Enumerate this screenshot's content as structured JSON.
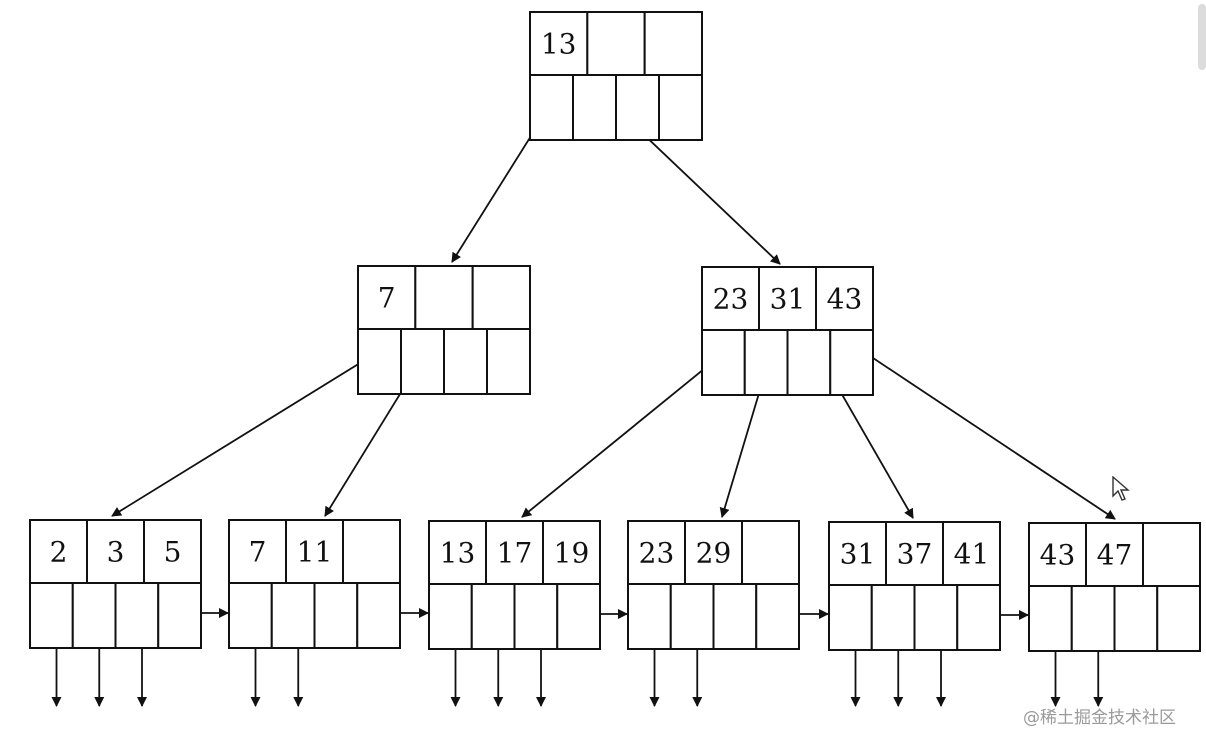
{
  "tree": {
    "root": {
      "keys": [
        "13",
        "",
        ""
      ]
    },
    "internal": [
      {
        "keys": [
          "7",
          "",
          ""
        ]
      },
      {
        "keys": [
          "23",
          "31",
          "43"
        ]
      }
    ],
    "leaves": [
      {
        "keys": [
          "2",
          "3",
          "5"
        ]
      },
      {
        "keys": [
          "7",
          "11",
          ""
        ]
      },
      {
        "keys": [
          "13",
          "17",
          "19"
        ]
      },
      {
        "keys": [
          "23",
          "29",
          ""
        ]
      },
      {
        "keys": [
          "31",
          "37",
          "41"
        ]
      },
      {
        "keys": [
          "43",
          "47",
          ""
        ]
      }
    ]
  },
  "watermark": "@稀土掘金技术社区"
}
